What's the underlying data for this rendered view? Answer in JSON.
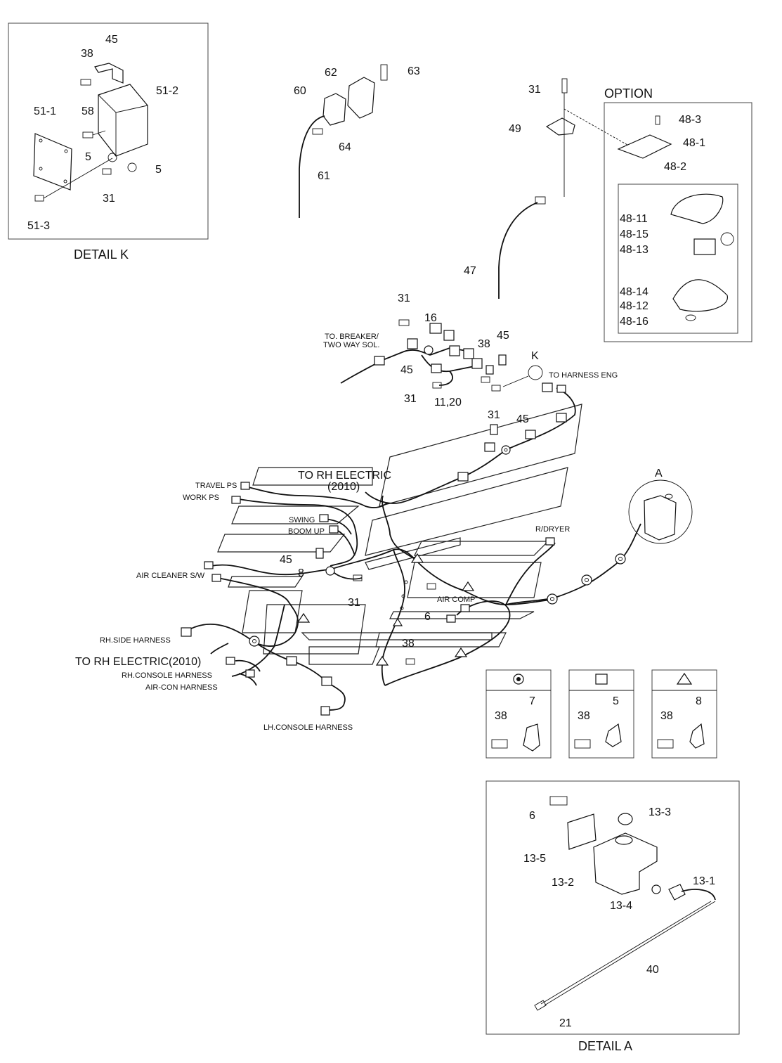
{
  "panels": {
    "detail_k": {
      "title": "DETAIL K",
      "parts": [
        "45",
        "38",
        "51-2",
        "51-1",
        "58",
        "5",
        "5",
        "31",
        "51-3"
      ]
    },
    "detail_a": {
      "title": "DETAIL  A",
      "parts": [
        "6",
        "13-3",
        "13-5",
        "13-2",
        "13-1",
        "13-4",
        "40",
        "21"
      ]
    },
    "option": {
      "title": "OPTION",
      "parts": [
        "48-3",
        "48-1",
        "48-2",
        "48-11",
        "48-15",
        "48-13",
        "48-14",
        "48-12",
        "48-16"
      ]
    },
    "legend": [
      {
        "symbol": "circle",
        "parts": [
          "38",
          "7"
        ]
      },
      {
        "symbol": "square",
        "parts": [
          "38",
          "5"
        ]
      },
      {
        "symbol": "triangle",
        "parts": [
          "38",
          "8"
        ]
      }
    ]
  },
  "callouts": {
    "c62": "62",
    "c63": "63",
    "c60": "60",
    "c64": "64",
    "c61": "61",
    "c31a": "31",
    "c49": "49",
    "c47": "47",
    "c31b": "31",
    "c16": "16",
    "c45a": "45",
    "c38a": "38",
    "c45b": "45",
    "cK": "K",
    "c31c": "31",
    "c1120": "11,20",
    "c31d": "31",
    "c45c": "45",
    "cA": "A",
    "c45d": "45",
    "c8": "8",
    "c31e": "31",
    "c6": "6",
    "c38b": "38"
  },
  "notes": {
    "breaker1": "TO. BREAKER/",
    "breaker2": "TWO WAY SOL.",
    "harness_eng": "TO HARNESS ENG",
    "rh_electric": "TO RH ELECTRIC",
    "rh_electric_year": "(2010)",
    "travel_ps": "TRAVEL PS",
    "work_ps": "WORK PS",
    "swing": "SWING",
    "boom_up": "BOOM UP",
    "air_cleaner": "AIR CLEANER S/W",
    "r_dryer": "R/DRYER",
    "air_comp": "AIR COMP",
    "rh_side": "RH.SIDE HARNESS",
    "rh_electric2": "TO RH ELECTRIC(2010)",
    "rh_console": "RH.CONSOLE HARNESS",
    "aircon": "AIR-CON HARNESS",
    "lh_console": "LH.CONSOLE HARNESS"
  }
}
